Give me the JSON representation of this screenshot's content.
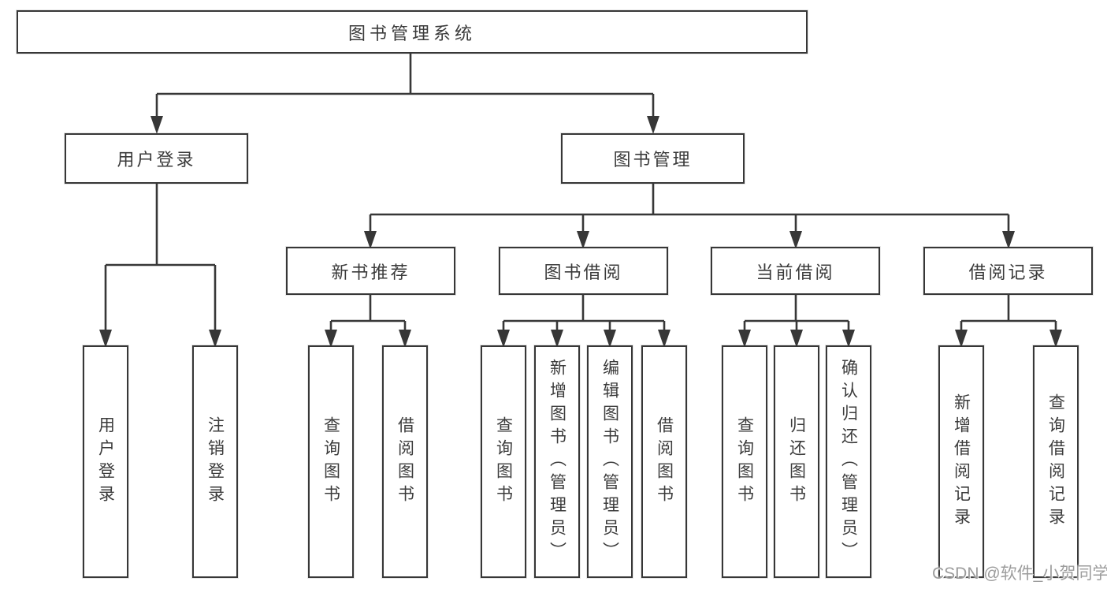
{
  "tree": {
    "root": "图书管理系统",
    "level2": [
      "用户登录",
      "图书管理"
    ],
    "level3": [
      "新书推荐",
      "图书借阅",
      "当前借阅",
      "借阅记录"
    ],
    "leaves": {
      "user_login": [
        "用户登录",
        "注销登录"
      ],
      "new_book_recommend": [
        "查询图书",
        "借阅图书"
      ],
      "book_borrow": [
        "查询图书",
        "新增图书（管理员）",
        "编辑图书（管理员）",
        "借阅图书"
      ],
      "current_borrow": [
        "查询图书",
        "归还图书",
        "确认归还（管理员）"
      ],
      "borrow_record": [
        "新增借阅记录",
        "查询借阅记录"
      ]
    }
  },
  "watermark": "CSDN @软件_小贺同学",
  "colors": {
    "line": "#373737",
    "text": "#3b3b3b",
    "watermark": "#9c9c9c",
    "background": "#ffffff"
  }
}
